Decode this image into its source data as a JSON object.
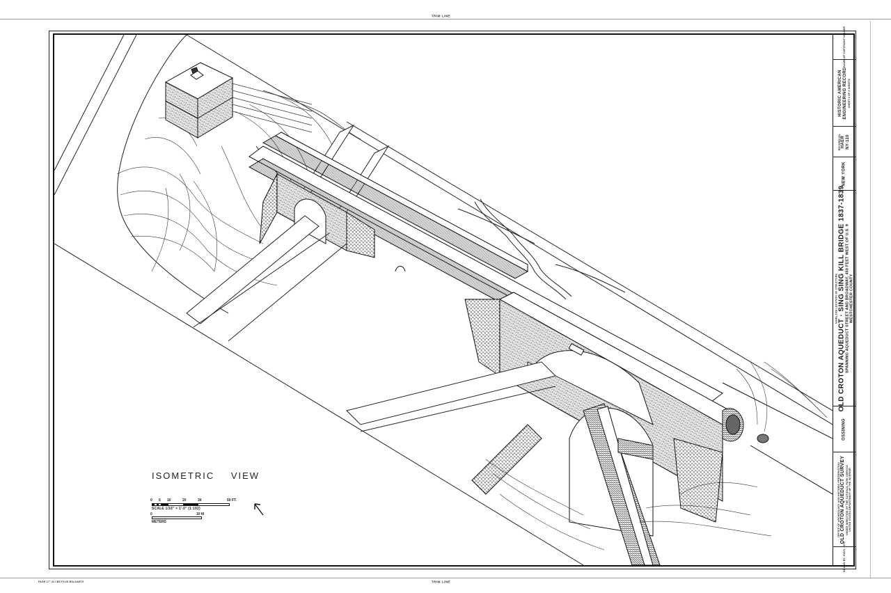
{
  "sheet": {
    "trim_line_top": "TRIM LINE",
    "trim_line_bottom": "TRIM LINE",
    "paper_note": "PAGE 17\" 22 LBS PLUS BOLDARTS"
  },
  "drawing": {
    "view_title": "ISOMETRIC VIEW",
    "scale": {
      "feet_ticks": [
        "0",
        "5",
        "10",
        "20",
        "30",
        "50 FT."
      ],
      "caption": "SCALE 1/16\" = 1'-0\" (1:192)",
      "meter_ticks": [
        "0",
        "10 M"
      ],
      "meters_caption": "METERS"
    },
    "north_arrow": "north-arrow",
    "subject": "Old Croton Aqueduct Sing Sing Kill Bridge isometric linework"
  },
  "title_block": {
    "top_corner_note": "NAME OF COPYRIGHT HOLDER",
    "agency": {
      "line1": "HISTORIC AMERICAN",
      "line2": "ENGINEERING RECORD",
      "sheet": "SHEET 4 OF 4 SHEETS"
    },
    "record_no": {
      "label": "RECORD NO.",
      "line1": "HAER",
      "line2": "NY-110"
    },
    "state": "NEW YORK",
    "structure": {
      "label": "NAME AND LOCATION OF STRUCTURE",
      "name": "OLD CROTON AQUEDUCT · SING SING KILL BRIDGE 1837-1839",
      "location_line1": "SPANNING AQUEDUCT STREET AND BROADWAY, 450 FEET WEST OF U.S. 9",
      "location_line2": "WESTCHESTER COUNTY"
    },
    "city": "OSSINING",
    "survey": {
      "office": "OFFICE OF ARCHEOLOGY AND HISTORIC PRESERVATION",
      "name": "OLD CROTON AQUEDUCT SURVEY",
      "line1": "UNDER DIRECTION OF THE NATIONAL PARK SERVICE,",
      "line2": "UNITED STATES DEPARTMENT OF THE INTERIOR"
    },
    "drawn_by": "DRAWN BY: RIZZI, 1975"
  }
}
